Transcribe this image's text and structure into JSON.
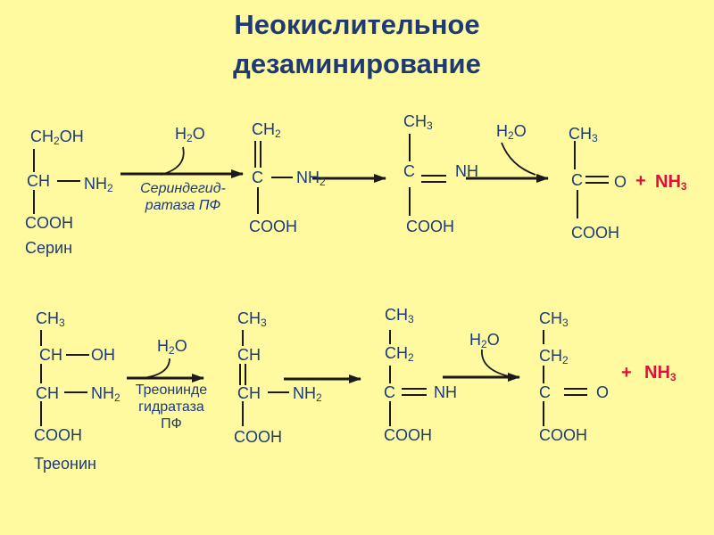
{
  "title_line1": "Неокислительное",
  "title_line2": "дезаминирование",
  "serine": {
    "ch2oh": [
      "CH",
      "2",
      "OH"
    ],
    "ch": "CH",
    "nh2": [
      "NH",
      "2"
    ],
    "cooh": "COOH",
    "name": "Серин",
    "water": [
      "H",
      "2",
      "O"
    ],
    "enzyme_line1": "Сериндегид-",
    "enzyme_line2": "ратаза ПФ",
    "p1_ch2": [
      "CH",
      "2"
    ],
    "p1_c": "C",
    "p1_nh2": [
      "NH",
      "2"
    ],
    "p1_cooh": "COOH",
    "p2_ch3": [
      "CH",
      "3"
    ],
    "p2_c": "C",
    "p2_nh": "NH",
    "p2_cooh": "COOH",
    "water2": [
      "H",
      "2",
      "O"
    ],
    "p3_ch3": [
      "CH",
      "3"
    ],
    "p3_c": "C",
    "p3_o": "O",
    "plus": "+",
    "nh3": [
      "NH",
      "3"
    ],
    "p3_cooh": "COOH"
  },
  "threonine": {
    "ch3": [
      "CH",
      "3"
    ],
    "ch1": "CH",
    "oh": "OH",
    "ch2": "CH",
    "nh2": [
      "NH",
      "2"
    ],
    "cooh": "COOH",
    "name": "Треонин",
    "water": [
      "H",
      "2",
      "O"
    ],
    "enzyme_line1": "Треонинде",
    "enzyme_line2": "гидратаза",
    "enzyme_line3": "ПФ",
    "p1_ch3": [
      "CH",
      "3"
    ],
    "p1_ch_a": "CH",
    "p1_ch_b": "CH",
    "p1_nh2": [
      "NH",
      "2"
    ],
    "p1_cooh": "COOH",
    "p2_ch3": [
      "CH",
      "3"
    ],
    "p2_ch2": [
      "CH",
      "2"
    ],
    "p2_c": "C",
    "p2_nh": "NH",
    "p2_cooh": "COOH",
    "water2": [
      "H",
      "2",
      "O"
    ],
    "p3_ch3": [
      "CH",
      "3"
    ],
    "p3_ch2": [
      "CH",
      "2"
    ],
    "p3_c": "C",
    "p3_o": "O",
    "p3_cooh": "COOH",
    "plus": "+",
    "nh3": [
      "NH",
      "3"
    ]
  }
}
